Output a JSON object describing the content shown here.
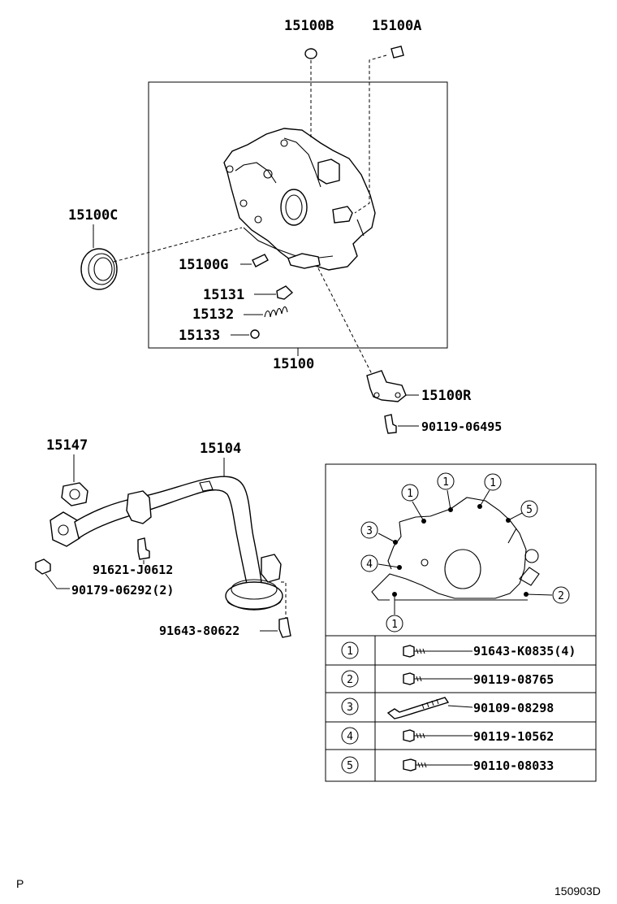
{
  "labels": {
    "p15100B": "15100B",
    "p15100A": "15100A",
    "p15100C": "15100C",
    "p15100G": "15100G",
    "p15131": "15131",
    "p15132": "15132",
    "p15133": "15133",
    "p15100": "15100",
    "p15100R": "15100R",
    "p90119_06495": "90119-06495",
    "p15147": "15147",
    "p15104": "15104",
    "p91621_J0612": "91621-J0612",
    "p90179_06292": "90179-06292(2)",
    "p91643_80622": "91643-80622"
  },
  "bolt_callouts": [
    "1",
    "1",
    "1",
    "5",
    "3",
    "4",
    "2",
    "1"
  ],
  "bolt_table": [
    {
      "key": "1",
      "part": "91643-K0835(4)"
    },
    {
      "key": "2",
      "part": "90119-08765"
    },
    {
      "key": "3",
      "part": "90109-08298"
    },
    {
      "key": "4",
      "part": "90119-10562"
    },
    {
      "key": "5",
      "part": "90110-08033"
    }
  ],
  "corner": {
    "left": "P",
    "right": "150903D"
  }
}
